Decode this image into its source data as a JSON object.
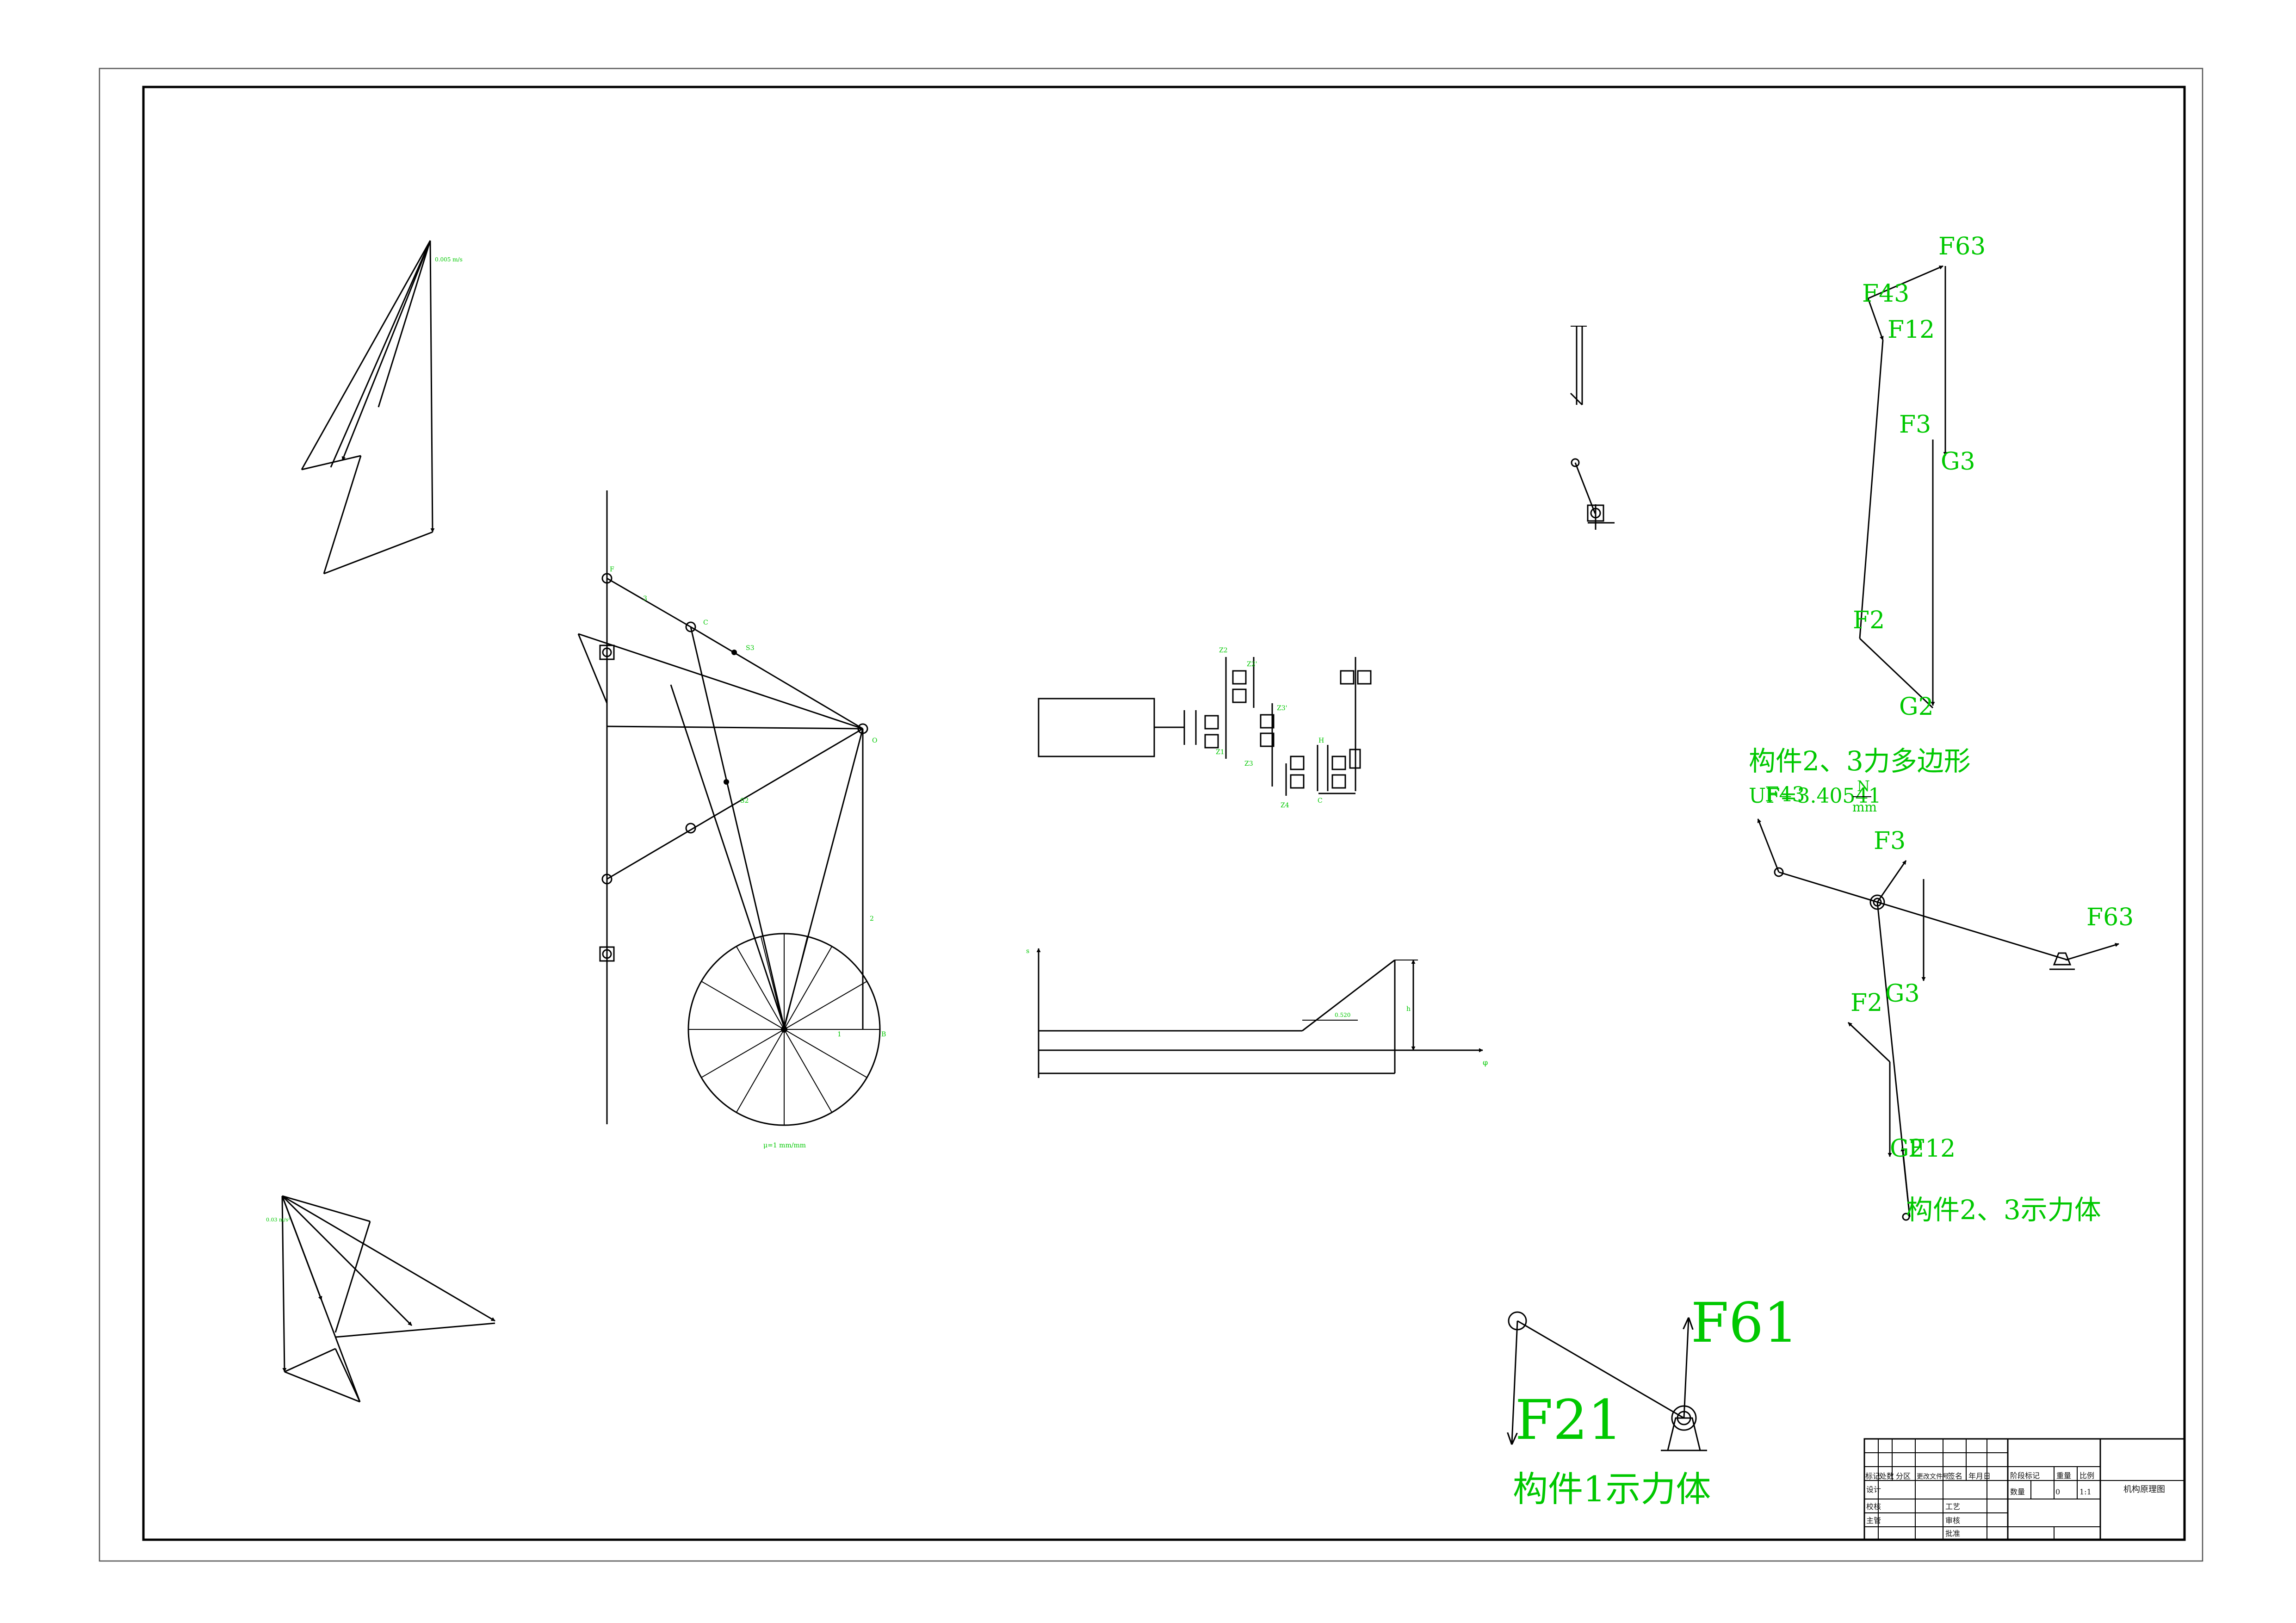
{
  "colors": {
    "label": "#00c800",
    "line": "#000000",
    "background": "#ffffff"
  },
  "labels": {
    "mech_f": "F",
    "mech_c": "C",
    "mech_s3": "S3",
    "mech_o": "O",
    "mech_s2": "S2",
    "mech_1": "1",
    "mech_2": "2",
    "mech_b": "B",
    "mech_3": "3",
    "scale_mech": "μ=1 mm/mm",
    "gear_z1": "Z1",
    "gear_z2": "Z2",
    "gear_z2p": "Z2'",
    "gear_z3": "Z3",
    "gear_z3p": "Z3'",
    "gear_z4": "Z4",
    "gear_h": "H",
    "gear_c": "C",
    "cam_s": "s",
    "cam_phi": "φ",
    "cam_h": "h",
    "cam_angle": "0.520",
    "f63_poly": "F63",
    "f43_poly": "F43",
    "f12_poly": "F12",
    "f3_poly": "F3",
    "g3_poly": "G3",
    "f2_poly": "F2",
    "g2_poly": "G2",
    "polygon_title": "构件2、3力多边形",
    "scale_prefix": "UF=3.40541",
    "scale_overlay": "F43",
    "scale_num": "N",
    "scale_den": "mm",
    "f3_fb": "F3",
    "f63_fb": "F63",
    "f2_fb": "F2",
    "g3_fb": "G3",
    "g2_fb": "G2",
    "f12_fb": "F12",
    "fb23_title": "构件2、3示力体",
    "f61": "F61",
    "f21": "F21",
    "fb1_title": "构件1示力体"
  },
  "title_block": {
    "header_row": [
      "标记",
      "处数",
      "分区",
      "更改文件号",
      "签名",
      "年月日"
    ],
    "roles": [
      "设计",
      "校核",
      "主管"
    ],
    "mid_labels": [
      "工艺",
      "审核",
      "批准"
    ],
    "stage_label": "阶段标记",
    "weight_label": "重量",
    "ratio_label": "比例",
    "qty_label": "数量",
    "qty_value": "0",
    "ratio_value": "1:1",
    "drawing_name": "机构原理图"
  }
}
